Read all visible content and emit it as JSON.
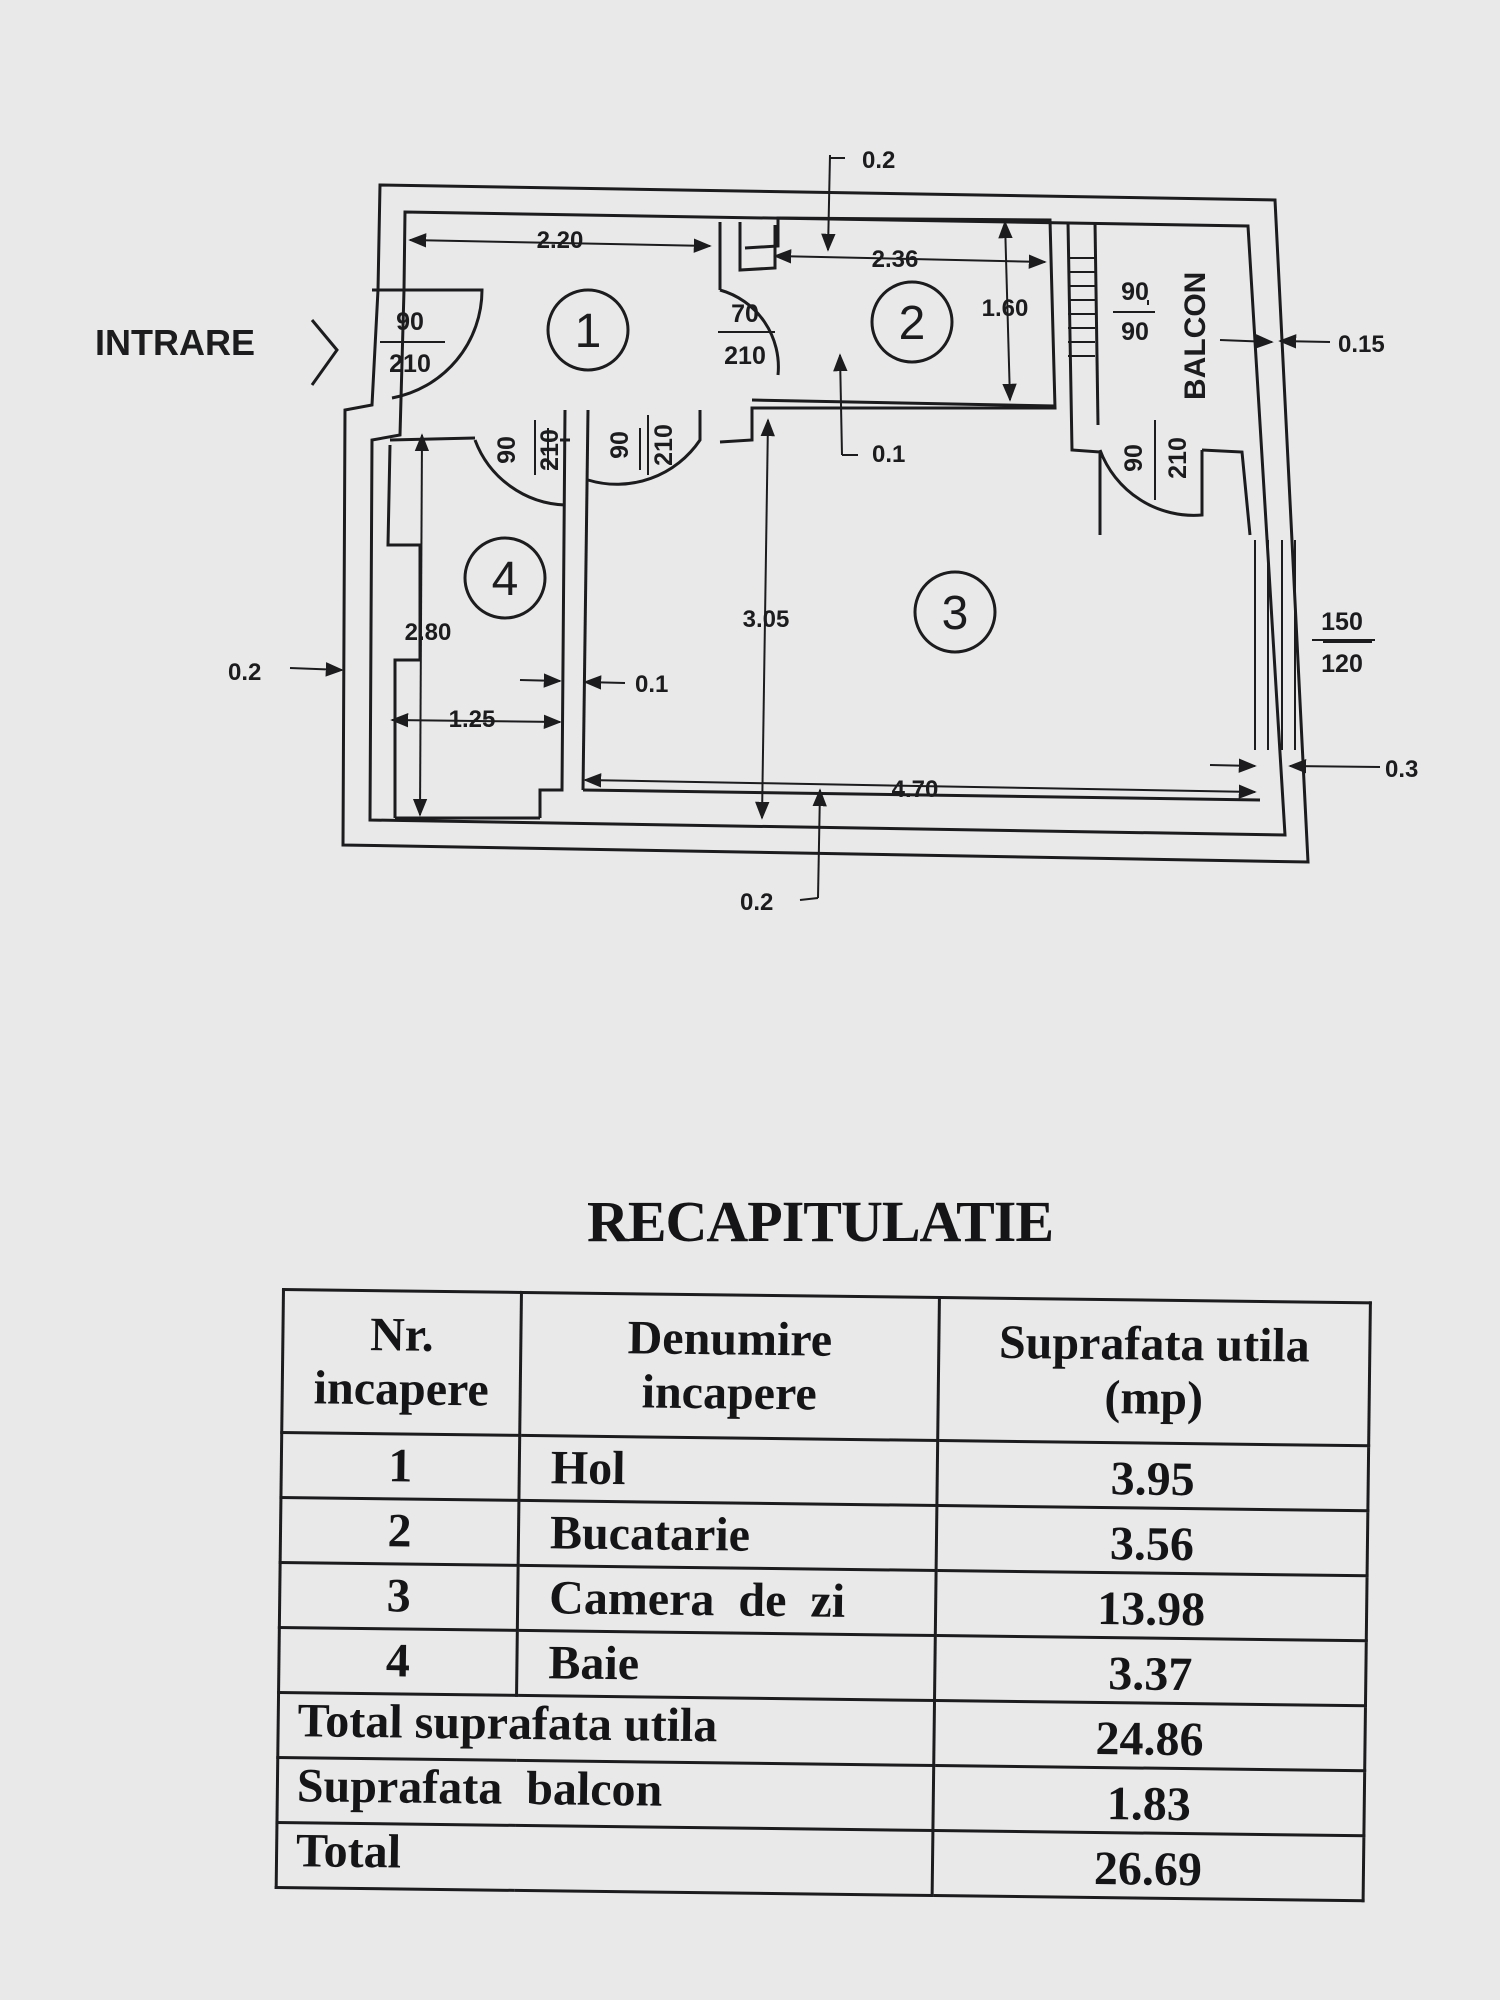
{
  "plan": {
    "entrance_label": "INTRARE",
    "balcony_label": "BALCON",
    "rooms": [
      "1",
      "2",
      "3",
      "4"
    ],
    "dimensions": {
      "hol_width": "2.20",
      "kitchen_width": "2.36",
      "kitchen_depth": "1.60",
      "living_depth": "3.05",
      "living_width": "4.70",
      "bath_depth": "2.80",
      "bath_width": "1.25",
      "wall_top": "0.2",
      "wall_kitchen": "0.1",
      "wall_balcony": "0.15",
      "wall_left": "0.2",
      "wall_bath": "0.1",
      "wall_right": "0.3",
      "wall_bottom": "0.2"
    },
    "doors": {
      "entrance": {
        "w": "90",
        "h": "210"
      },
      "kitchen": {
        "w": "70",
        "h": "210"
      },
      "bath": {
        "w": "90",
        "h": "210"
      },
      "living": {
        "w": "90",
        "h": "210"
      },
      "balcony_window": {
        "w": "90",
        "h": "90"
      },
      "balcony_door": {
        "w": "90",
        "h": "210"
      },
      "window": {
        "w": "150",
        "h": "120"
      }
    }
  },
  "summary": {
    "title": "RECAPITULATIE",
    "headers": {
      "nr": [
        "Nr.",
        "incapere"
      ],
      "name": [
        "Denumire",
        "incapere"
      ],
      "area": [
        "Suprafata utila",
        "(mp)"
      ]
    },
    "rows": [
      {
        "nr": "1",
        "name": "Hol",
        "area": "3.95"
      },
      {
        "nr": "2",
        "name": "Bucatarie",
        "area": "3.56"
      },
      {
        "nr": "3",
        "name": "Camera  de  zi",
        "area": "13.98"
      },
      {
        "nr": "4",
        "name": "Baie",
        "area": "3.37"
      }
    ],
    "totals": [
      {
        "label": "Total suprafata utila",
        "area": "24.86"
      },
      {
        "label": "Suprafata  balcon",
        "area": "1.83"
      },
      {
        "label": "Total",
        "area": "26.69"
      }
    ]
  }
}
